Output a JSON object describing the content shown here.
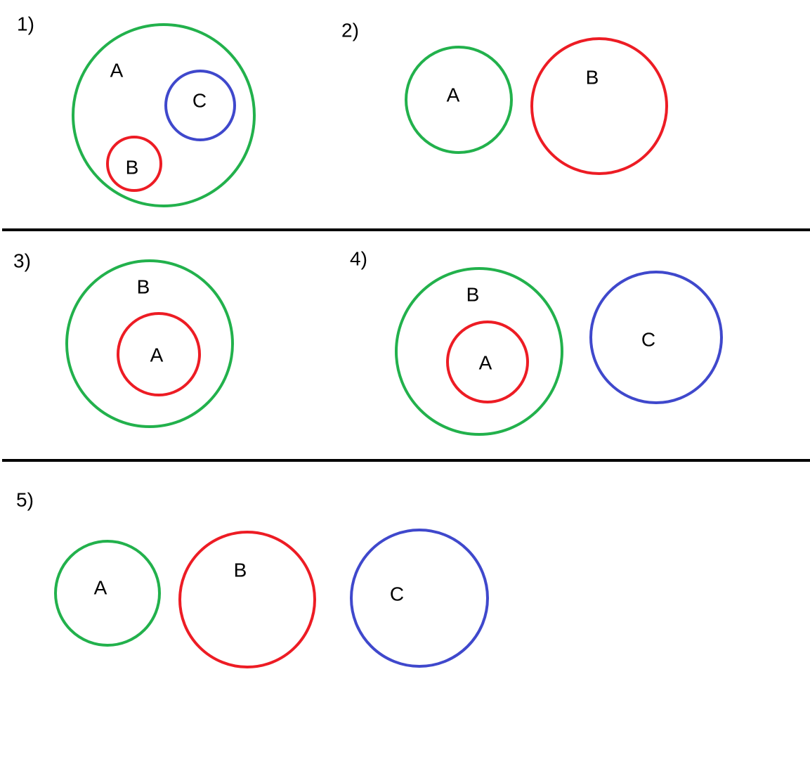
{
  "colors": {
    "green": "#22b14c",
    "red": "#ed1c24",
    "blue": "#3f48cc",
    "divider": "#000000"
  },
  "panels": [
    {
      "number": "1)",
      "labels": {
        "outer": "A",
        "blue": "C",
        "red": "B"
      }
    },
    {
      "number": "2)",
      "labels": {
        "green": "A",
        "red": "B"
      }
    },
    {
      "number": "3)",
      "labels": {
        "outer": "B",
        "inner": "A"
      }
    },
    {
      "number": "4)",
      "labels": {
        "outer": "B",
        "inner": "A",
        "blue": "C"
      }
    },
    {
      "number": "5)",
      "labels": {
        "green": "A",
        "red": "B",
        "blue": "C"
      }
    }
  ]
}
